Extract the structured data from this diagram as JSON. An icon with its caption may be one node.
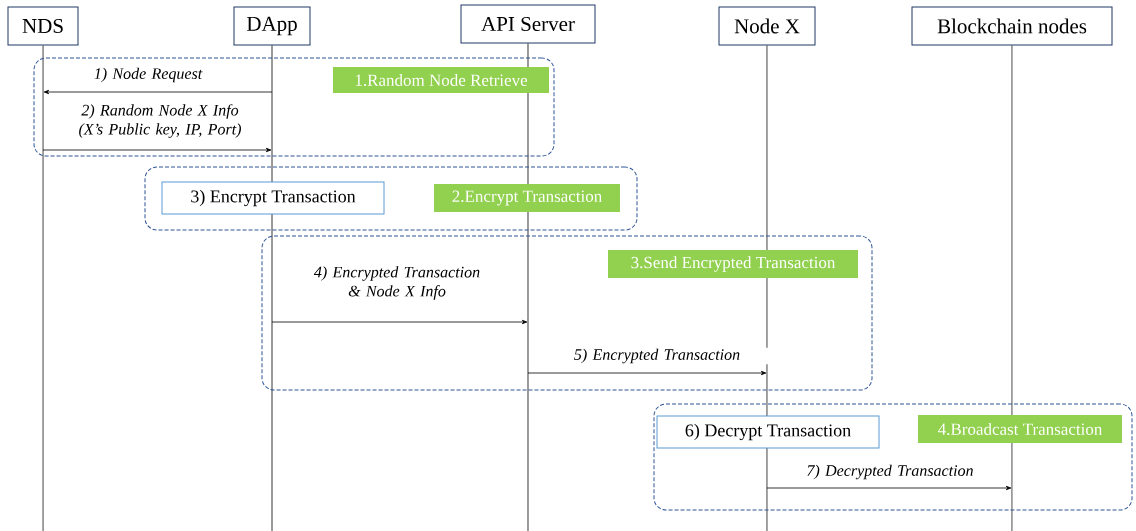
{
  "diagram": {
    "nodes": [
      {
        "text": [
          "NDS"
        ]
      },
      {
        "text": [
          "DApp"
        ]
      },
      {
        "text": [
          "API Server"
        ]
      },
      {
        "text": [
          "Node X"
        ]
      },
      {
        "text": [
          "Blockchain nodes"
        ]
      },
      {
        "text": [],
        "shape": "box"
      },
      {
        "text": [
          "1.Random Node Retrieve"
        ],
        "in": 5
      },
      {
        "text": [],
        "shape": "box"
      },
      {
        "text": [
          "3) Encrypt Transaction"
        ],
        "in": 7
      },
      {
        "text": [
          "2.Encrypt Transaction"
        ],
        "in": 7
      },
      {
        "text": [],
        "shape": "box"
      },
      {
        "text": [
          "3.Send Encrypted Transaction"
        ],
        "in": 10
      },
      {
        "text": [],
        "shape": "box"
      },
      {
        "text": [
          "6) Decrypt Transaction"
        ],
        "in": 12
      },
      {
        "text": [
          "4.Broadcast Transaction"
        ]
      }
    ],
    "edges": [
      {
        "from": 1,
        "to": 0,
        "arrow": "to",
        "label": "1) Node Request"
      },
      {
        "from": 0,
        "to": 1,
        "arrow": "to",
        "label": "2) Random Node X Info (X’s Public key, IP, Port)"
      },
      {
        "from": 1,
        "to": 2,
        "arrow": "to",
        "label": "4) Encrypted Transaction & Node X Info"
      },
      {
        "from": 2,
        "to": 3,
        "arrow": "to",
        "label": "5) Encrypted Transaction"
      },
      {
        "from": 3,
        "to": 4,
        "arrow": "to",
        "label": "7) Decrypted Transaction"
      }
    ]
  }
}
